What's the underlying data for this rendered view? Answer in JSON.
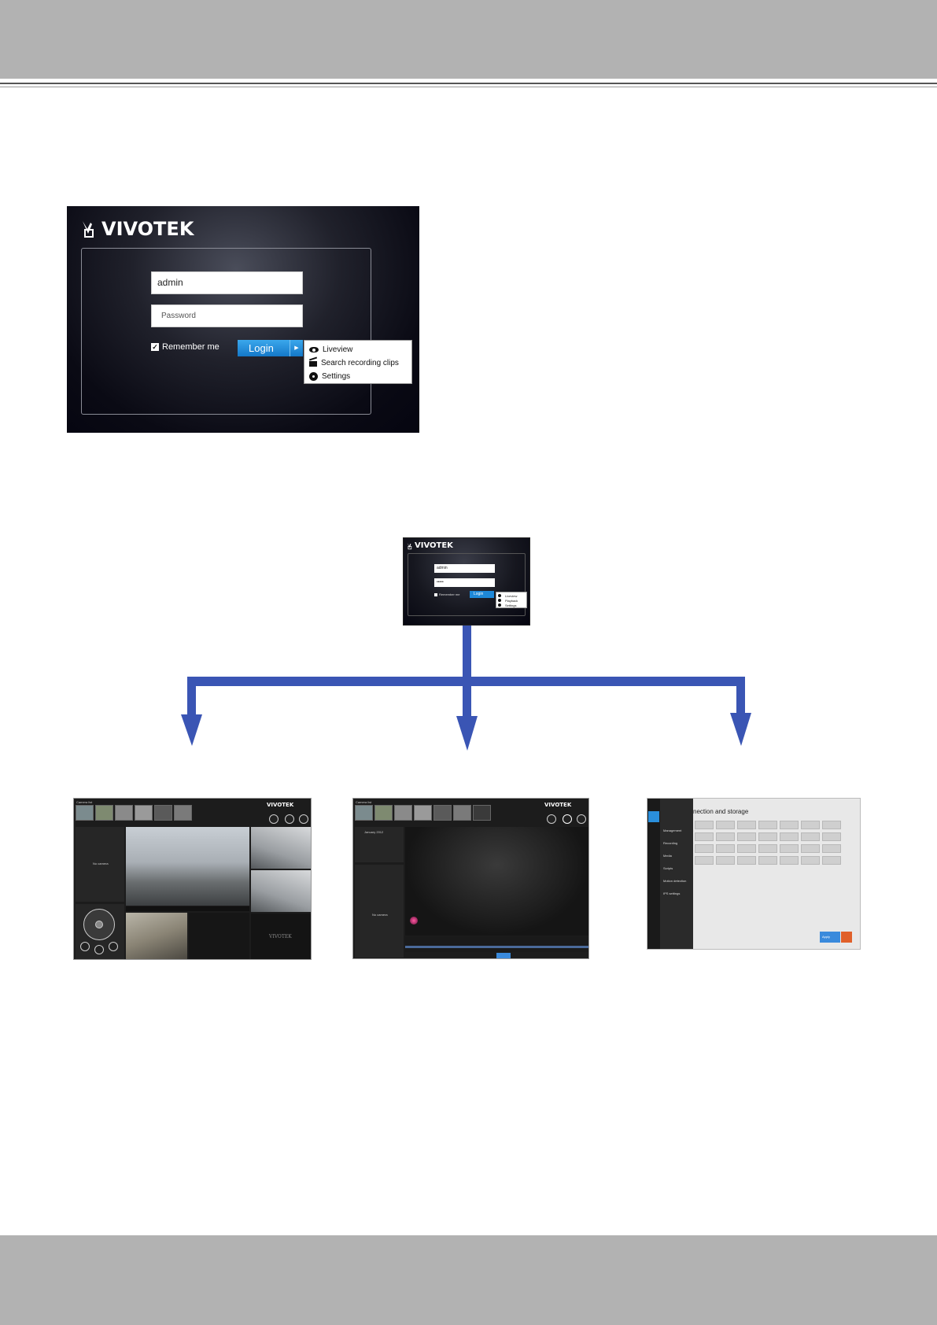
{
  "login_dialog": {
    "brand": "VIVOTEK",
    "username": "admin",
    "password_placeholder": "Password",
    "remember_label": "Remember me",
    "remember_checked": true,
    "login_label": "Login",
    "menu_items": [
      {
        "label": "Liveview",
        "icon": "eye-icon"
      },
      {
        "label": "Search recording clips",
        "icon": "clapperboard-icon"
      },
      {
        "label": "Settings",
        "icon": "gear-icon"
      }
    ]
  },
  "login_small": {
    "brand": "VIVOTEK",
    "username": "admin",
    "password_mask": "•••••",
    "remember_label": "Remember me",
    "login_label": "Login",
    "menu_items": [
      "Liveview",
      "Playback",
      "Settings"
    ]
  },
  "liveview_thumb": {
    "brand": "VIVOTEK",
    "camera_list_label": "Camera list",
    "no_camera": "No camera",
    "watermark": "VIVOTEK"
  },
  "playback_thumb": {
    "brand": "VIVOTEK",
    "camera_list_label": "Camera list",
    "calendar_month": "January 2012",
    "no_camera": "No camera"
  },
  "settings_thumb": {
    "title": "nection and storage",
    "menu": [
      "Management",
      "Recording",
      "Media",
      "Scripts",
      "Motion detection",
      "IPS settings"
    ],
    "apply_label": "Apply"
  },
  "colors": {
    "arrow": "#3a55b4",
    "band": "#b2b2b2",
    "login_button": "#1e88d8"
  }
}
